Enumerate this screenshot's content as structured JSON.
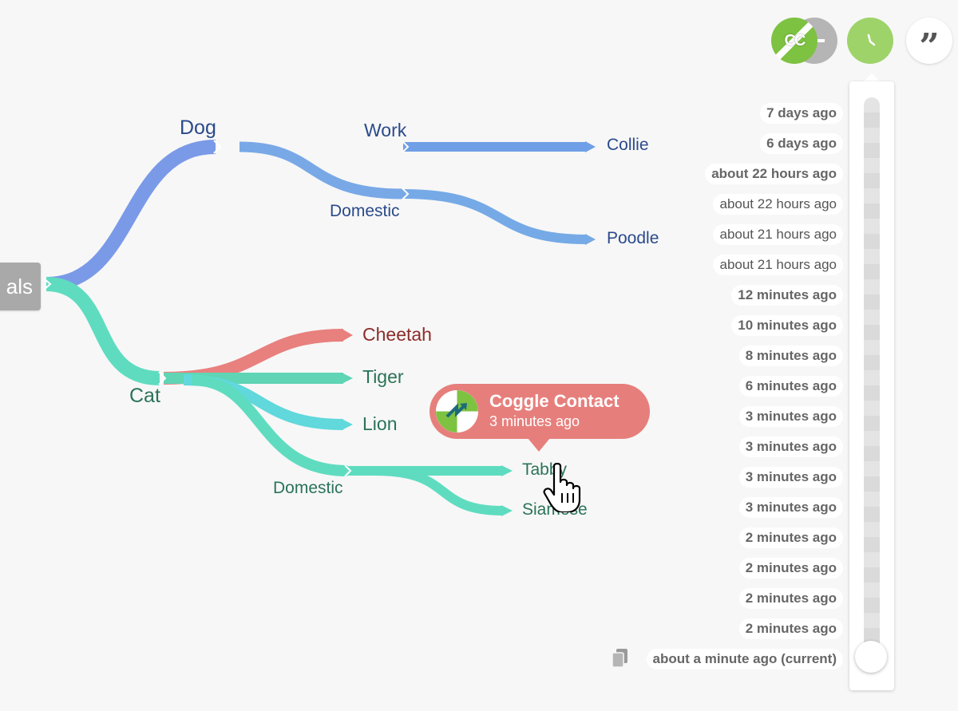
{
  "mindmap": {
    "root_label": "als",
    "nodes": {
      "dog": "Dog",
      "work": "Work",
      "collie": "Collie",
      "dog_domestic": "Domestic",
      "poodle": "Poodle",
      "cat": "Cat",
      "cheetah": "Cheetah",
      "tiger": "Tiger",
      "lion": "Lion",
      "cat_domestic": "Domestic",
      "tabby": "Tabby",
      "siamese": "Siamese"
    },
    "colors": {
      "dog_branch": "#7b9ae8",
      "dog_text": "#2a4a8a",
      "cat_branch": "#5fdcc0",
      "cat_text": "#2a7358",
      "cheetah_branch": "#e8807e",
      "cheetah_text": "#8b2d2a",
      "lion_branch": "#60d8dc",
      "root": "#a9a9a9"
    }
  },
  "toolbar": {
    "collaborator_initials": "CC",
    "history_icon": "clock-icon",
    "comment_icon": "quote-icon"
  },
  "history": {
    "versions": [
      {
        "label": "7 days ago",
        "bold": true
      },
      {
        "label": "6 days ago",
        "bold": true
      },
      {
        "label": "about 22 hours ago",
        "bold": true
      },
      {
        "label": "about 22 hours ago",
        "bold": false
      },
      {
        "label": "about 21 hours ago",
        "bold": false
      },
      {
        "label": "about 21 hours ago",
        "bold": false
      },
      {
        "label": "12 minutes ago",
        "bold": true
      },
      {
        "label": "10 minutes ago",
        "bold": true
      },
      {
        "label": "8 minutes ago",
        "bold": true
      },
      {
        "label": "6 minutes ago",
        "bold": true
      },
      {
        "label": "3 minutes ago",
        "bold": true
      },
      {
        "label": "3 minutes ago",
        "bold": true
      },
      {
        "label": "3 minutes ago",
        "bold": true
      },
      {
        "label": "3 minutes ago",
        "bold": true
      },
      {
        "label": "2 minutes ago",
        "bold": true
      },
      {
        "label": "2 minutes ago",
        "bold": true
      },
      {
        "label": "2 minutes ago",
        "bold": true
      },
      {
        "label": "2 minutes ago",
        "bold": true
      },
      {
        "label": "about a minute ago (current)",
        "bold": true
      }
    ]
  },
  "tooltip": {
    "name": "Coggle Contact",
    "time": "3 minutes ago",
    "color": "#e67f7c"
  }
}
